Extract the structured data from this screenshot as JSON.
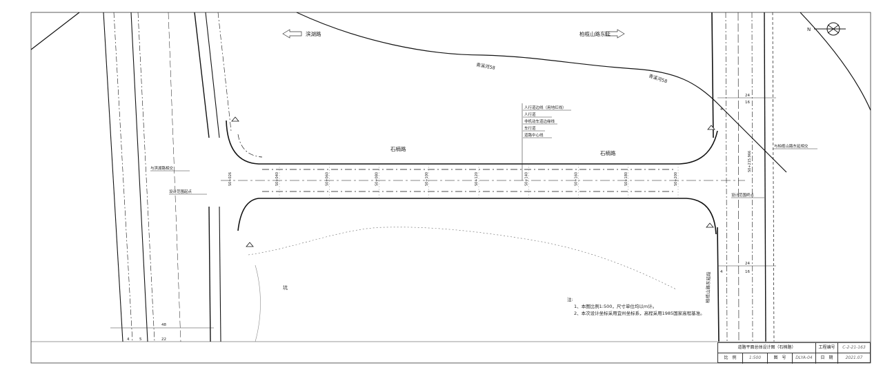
{
  "drawing": {
    "roads": {
      "binhu": "滨湖路",
      "bailanshan_east": "柏榄山路东延",
      "shinan_1": "石楠路",
      "shinan_2": "石楠路",
      "bailanshan_vertical": "柏榄山路东延段"
    },
    "rivers": {
      "left": "青溪河58",
      "right": "青溪河58"
    },
    "legend_labels": [
      "人行道边线（用地红线）",
      "人行道",
      "非机动车道边缘线",
      "车行道",
      "道路中心线"
    ],
    "annotations": {
      "binhu_junction": "与滨湖路相交",
      "design_start": "设计范围起点",
      "design_end": "设计范围终点",
      "bailanshan_junction": "与柏榄山路东延相交",
      "pit": "坑"
    },
    "stations": [
      "S0+040",
      "S0+060",
      "S0+080",
      "S0+100",
      "S0+120",
      "S0+140",
      "S0+160",
      "S0+180",
      "S0+200"
    ],
    "start_station": "S0+026",
    "end_station": "S0+215.966",
    "dims": {
      "left_48": "48",
      "left_22": "22",
      "left_4": "4",
      "left_5": "5",
      "right_24a": "24",
      "right_16a": "16",
      "right_4a": "4",
      "right_24b": "24",
      "right_16b": "16",
      "right_4b": "4"
    }
  },
  "notes": {
    "title": "注:",
    "line1": "1、本图比例1:500，尺寸单位均以m计。",
    "line2": "2、本次设计坐标采用宜州坐标系，高程采用1985国家高程基准。"
  },
  "title_block": {
    "title": "道路平面总体设计图（石楠路）",
    "project_no_label": "工程编号",
    "project_no": "C-2-21-163",
    "scale_label": "比　例",
    "scale": "1:500",
    "drawing_no_label": "图　号",
    "drawing_no": "DLYA-04",
    "date_label": "日　期",
    "date": "2021.07"
  }
}
